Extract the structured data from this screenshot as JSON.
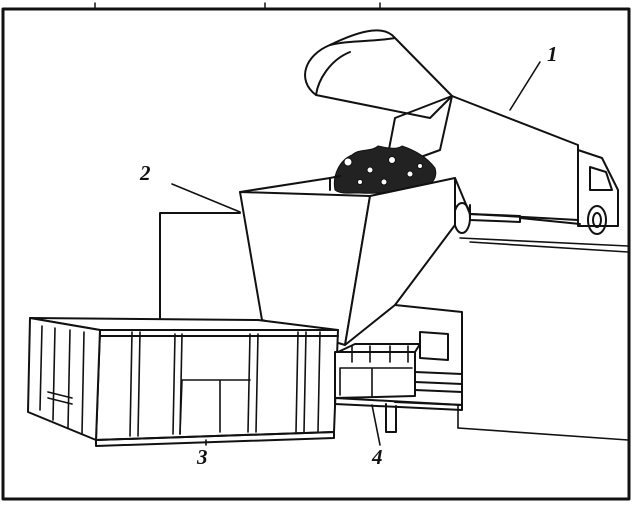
{
  "callouts": {
    "truck": "1",
    "hopper": "2",
    "container": "3",
    "compactor": "4"
  },
  "colors": {
    "line": "#111111",
    "background": "#ffffff",
    "debris": "#222222"
  }
}
